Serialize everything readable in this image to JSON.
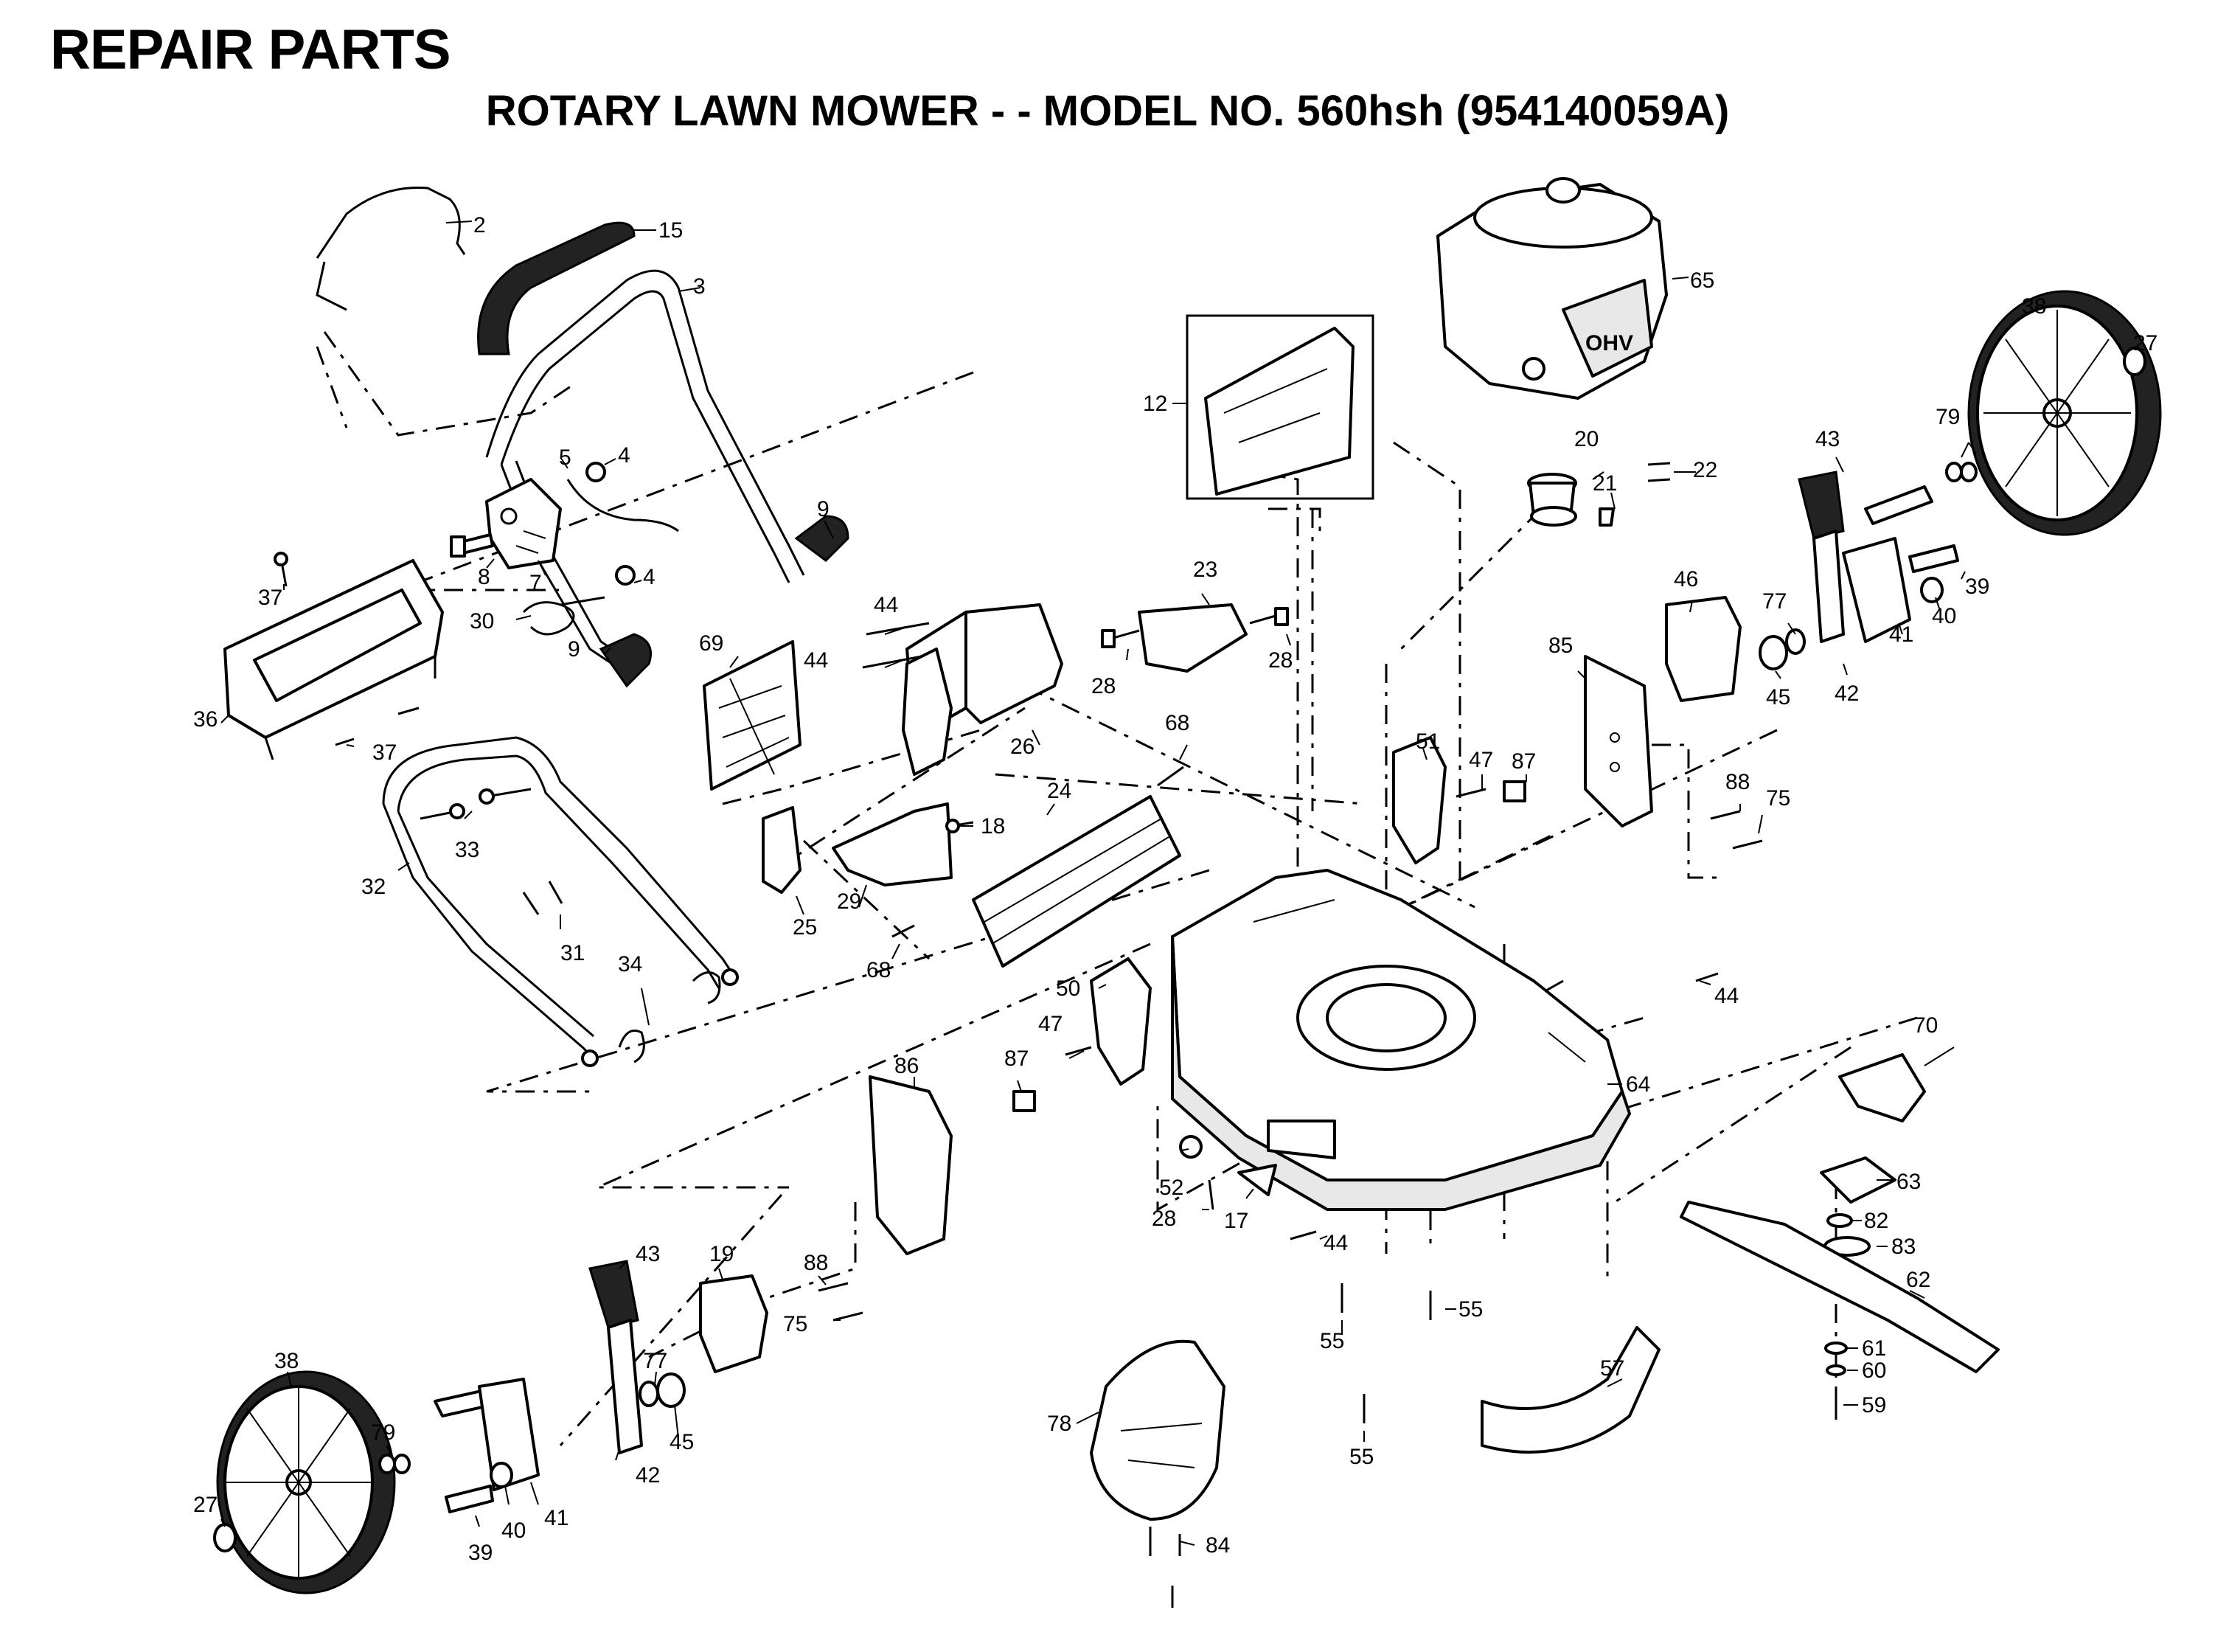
{
  "header": {
    "title": "REPAIR PARTS",
    "subtitle": "ROTARY LAWN MOWER - - MODEL NO. 560hsh (954140059A)"
  },
  "engine_label": "OHV",
  "callouts": {
    "c2": "2",
    "c15": "15",
    "c3": "3",
    "c65": "65",
    "c38": "38",
    "c27": "27",
    "c12": "12",
    "c20": "20",
    "c22": "22",
    "c21": "21",
    "c43": "43",
    "c79": "79",
    "c5": "5",
    "c4a": "4",
    "c9a": "9",
    "c8": "8",
    "c7": "7",
    "c4b": "4",
    "c37a": "37",
    "c30": "30",
    "c9b": "9",
    "c44a": "44",
    "c44b": "44",
    "c69": "69",
    "c23": "23",
    "c28a": "28",
    "c28b": "28",
    "c46": "46",
    "c77a": "77",
    "c39a": "39",
    "c40a": "40",
    "c41a": "41",
    "c45a": "45",
    "c42a": "42",
    "c36": "36",
    "c37b": "37",
    "c26": "26",
    "c85": "85",
    "c68a": "68",
    "c51": "51",
    "c47a": "47",
    "c87a": "87",
    "c88a": "88",
    "c75a": "75",
    "c24": "24",
    "c18": "18",
    "c33": "33",
    "c32": "32",
    "c29": "29",
    "c25": "25",
    "c31": "31",
    "c68b": "68",
    "c34": "34",
    "c50": "50",
    "c44c": "44",
    "c70": "70",
    "c47b": "47",
    "c86": "86",
    "c87b": "87",
    "c64": "64",
    "c52": "52",
    "c28c": "28",
    "c17": "17",
    "c63": "63",
    "c82": "82",
    "c43b": "43",
    "c19": "19",
    "c88b": "88",
    "c44d": "44",
    "c83": "83",
    "c62": "62",
    "c75b": "75",
    "c55a": "55",
    "c55b": "55",
    "c38b": "38",
    "c77b": "77",
    "c57": "57",
    "c61": "61",
    "c60": "60",
    "c59": "59",
    "c79b": "79",
    "c45b": "45",
    "c78": "78",
    "c55c": "55",
    "c42b": "42",
    "c27b": "27",
    "c40b": "40",
    "c41b": "41",
    "c39b": "39",
    "c84": "84"
  }
}
